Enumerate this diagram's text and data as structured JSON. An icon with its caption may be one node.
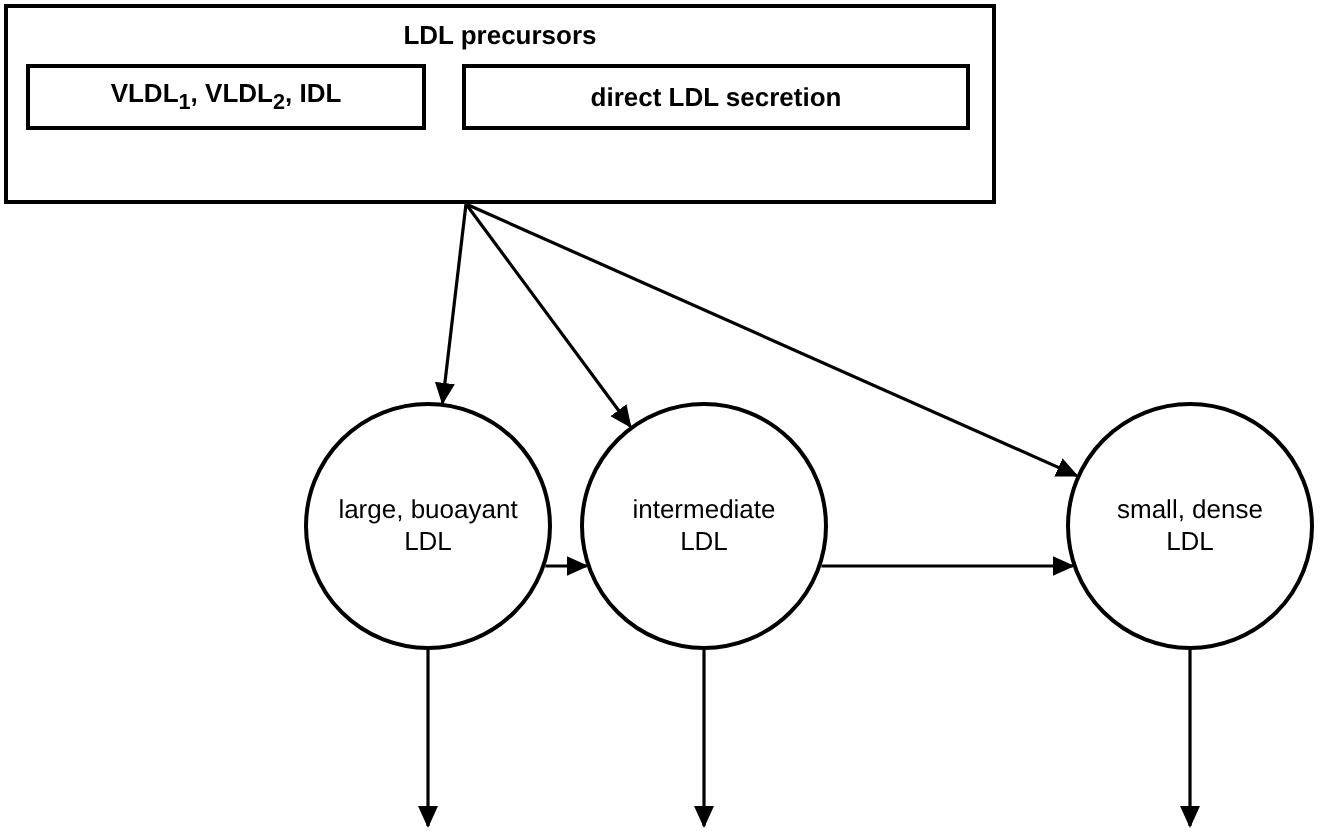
{
  "diagram": {
    "nodes": [
      {
        "text": [
          "LDL precursors"
        ]
      },
      {
        "text": [
          "VLDL$_{1}$, VLDL$_{2}$, IDL"
        ],
        "in": 0
      },
      {
        "text": [
          "direct LDL secretion"
        ],
        "in": 0
      },
      {
        "text": [
          "large, buoayant LDL"
        ]
      },
      {
        "text": [
          "intermediate LDL"
        ]
      },
      {
        "text": [
          "small, dense LDL"
        ]
      }
    ],
    "edges": [
      {
        "from": 0,
        "to": 3,
        "arrow": "to"
      },
      {
        "from": 0,
        "to": 4,
        "arrow": "to"
      },
      {
        "from": 0,
        "to": 5,
        "arrow": "to"
      },
      {
        "from": 3,
        "to": 4,
        "arrow": "to"
      },
      {
        "from": 4,
        "to": 5,
        "arrow": "to"
      },
      {
        "from": 3,
        "to": null,
        "arrow": "to"
      },
      {
        "from": 4,
        "to": null,
        "arrow": "to"
      },
      {
        "from": 5,
        "to": null,
        "arrow": "to"
      }
    ]
  }
}
